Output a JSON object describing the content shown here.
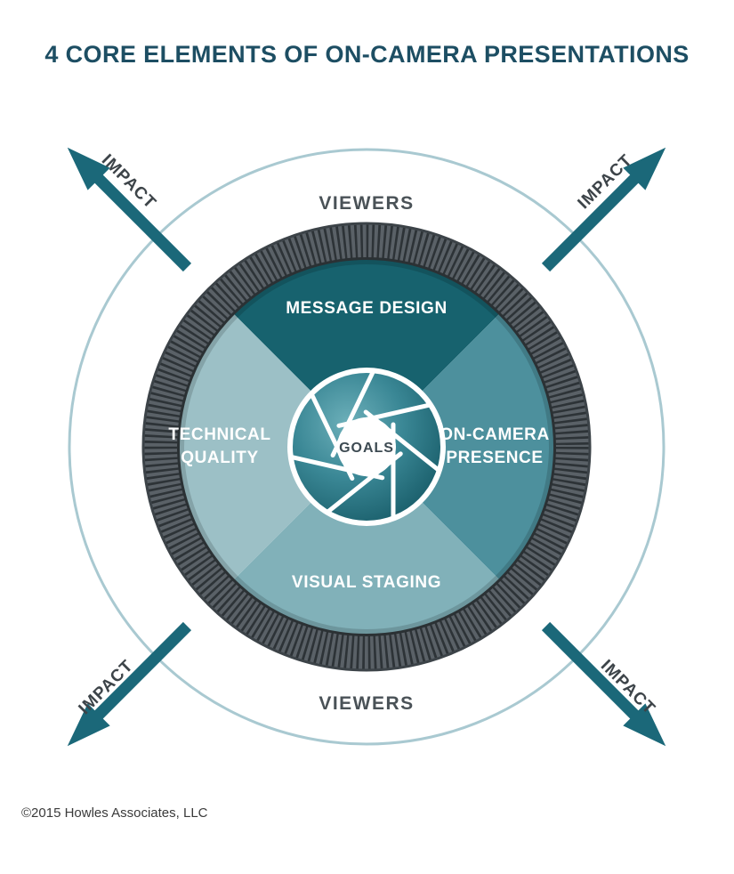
{
  "title": "4 CORE ELEMENTS OF ON-CAMERA PRESENTATIONS",
  "outer_ring": {
    "viewers_top": "VIEWERS",
    "viewers_bottom": "VIEWERS"
  },
  "impact_arrows": {
    "nw": "IMPACT",
    "ne": "IMPACT",
    "sw": "IMPACT",
    "se": "IMPACT"
  },
  "quadrants": {
    "top": {
      "label": "MESSAGE DESIGN",
      "color": "#17626e"
    },
    "right": {
      "line1": "ON-CAMERA",
      "line2": "PRESENCE",
      "color": "#4d909d"
    },
    "bottom": {
      "label": "VISUAL STAGING",
      "color": "#81b1b9"
    },
    "left": {
      "line1": "TECHNICAL",
      "line2": "QUALITY",
      "color": "#9cc0c6"
    }
  },
  "center": {
    "label": "GOALS"
  },
  "footer": {
    "copyright": "©2015 Howles Associates, LLC"
  },
  "colors": {
    "title": "#1d4e63",
    "arrow": "#1b6879",
    "outer_circle": "#a9c9d1",
    "ring_base": "#5a6167",
    "ring_ticks": "#2d3337",
    "label_dark": "#3d4449"
  }
}
